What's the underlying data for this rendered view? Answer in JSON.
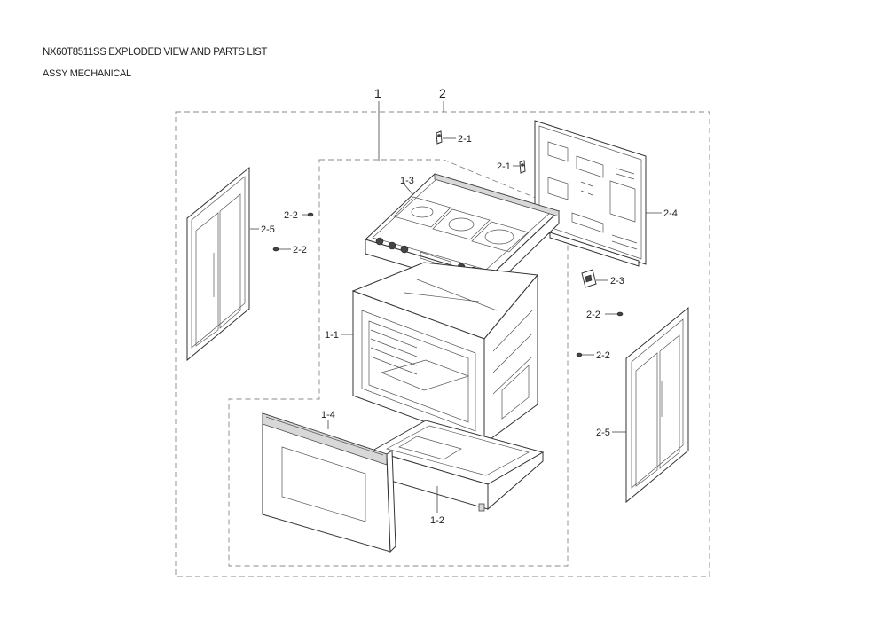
{
  "header": {
    "title": "NX60T8511SS EXPLODED VIEW AND PARTS LIST",
    "subtitle": "ASSY MECHANICAL"
  },
  "diagram": {
    "group_labels": {
      "g1": "1",
      "g2": "2"
    },
    "callouts": {
      "p1_1": "1-1",
      "p1_2": "1-2",
      "p1_3": "1-3",
      "p1_4": "1-4",
      "p2_1a": "2-1",
      "p2_1b": "2-1",
      "p2_2a": "2-2",
      "p2_2b": "2-2",
      "p2_2c": "2-2",
      "p2_2d": "2-2",
      "p2_3": "2-3",
      "p2_4": "2-4",
      "p2_5a": "2-5",
      "p2_5b": "2-5"
    }
  }
}
